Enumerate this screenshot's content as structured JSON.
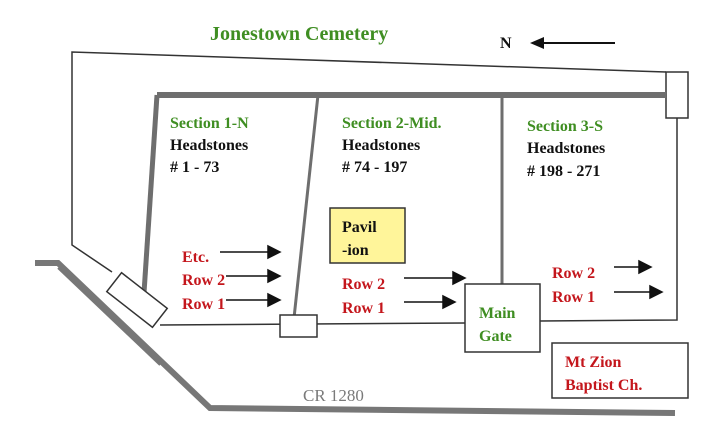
{
  "title": "Jonestown Cemetery",
  "compass": {
    "label": "N",
    "icon": "arrow-left-icon"
  },
  "colors": {
    "label_green": "#3f8e22",
    "label_red": "#c4161c",
    "road_gray": "#777777",
    "pavilion_fill": "#fff59a"
  },
  "sections": [
    {
      "name": "Section 1-N",
      "headstones_label": "Headstones",
      "range": "# 1 - 73",
      "rows": [
        "Etc.",
        "Row 2",
        "Row 1"
      ]
    },
    {
      "name": "Section 2-Mid.",
      "headstones_label": "Headstones",
      "range": "# 74 - 197",
      "rows": [
        "Row 2",
        "Row 1"
      ]
    },
    {
      "name": "Section 3-S",
      "headstones_label": "Headstones",
      "range": "# 198 - 271",
      "rows": [
        "Row 2",
        "Row 1"
      ]
    }
  ],
  "pavilion": {
    "line1": "Pavil",
    "line2": "-ion"
  },
  "main_gate": {
    "line1": "Main",
    "line2": "Gate"
  },
  "church": {
    "line1": "Mt Zion",
    "line2": "Baptist Ch."
  },
  "road": "CR 1280"
}
